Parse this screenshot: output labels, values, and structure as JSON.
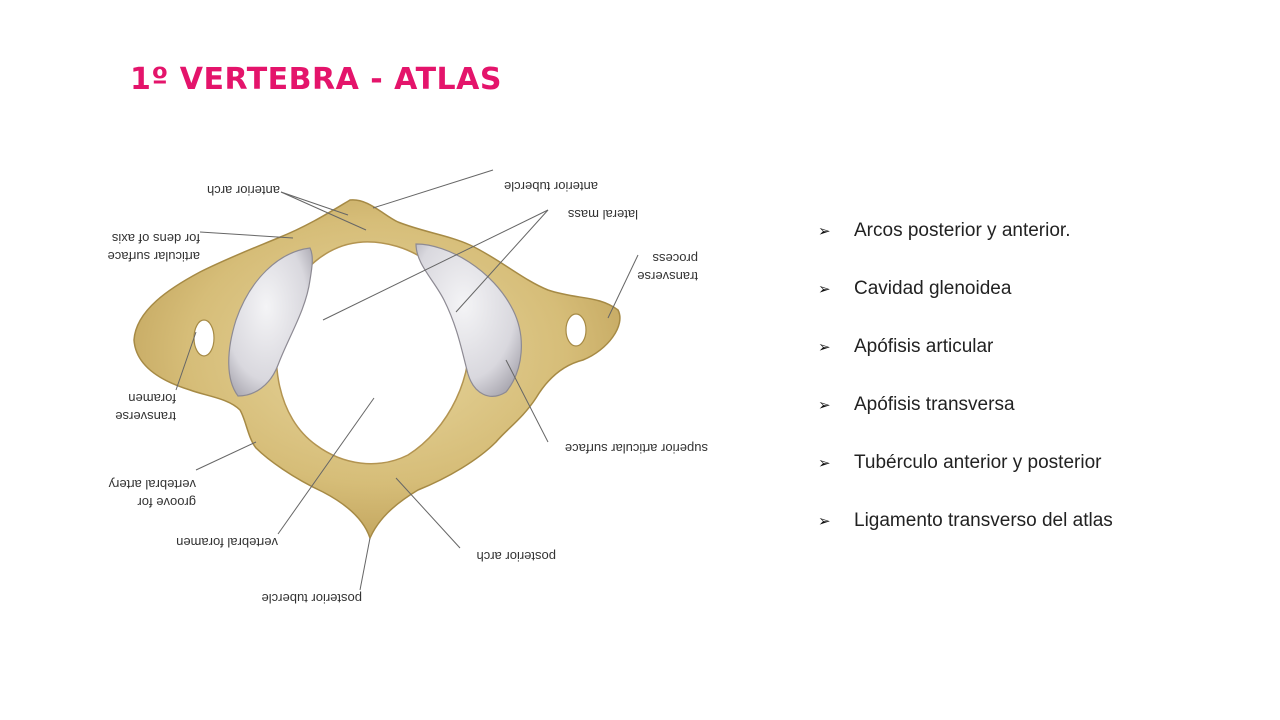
{
  "slide": {
    "title": "1º VERTEBRA - ATLAS",
    "accent_color": "#e4146b"
  },
  "figure": {
    "labels": {
      "anterior_tubercle": "anterior tubercle",
      "anterior_arch": "anterior arch",
      "lateral_mass": "lateral mass",
      "articular_surface_line1": "articular surface",
      "articular_surface_line2": "for dens of axis",
      "transverse_process_line1": "transverse",
      "transverse_process_line2": "process",
      "transverse_foramen_line1": "transverse",
      "transverse_foramen_line2": "foramen",
      "superior_articular_surface": "superior articular surface",
      "groove_line1": "groove for",
      "groove_line2": "vertebral artery",
      "vertebral_foramen": "vertebral foramen",
      "posterior_arch": "posterior arch",
      "posterior_tubercle": "posterior tubercle"
    }
  },
  "bullets": {
    "marker_icon": "arrowhead-icon",
    "items": [
      "Arcos posterior y anterior.",
      "Cavidad glenoidea",
      "Apófisis articular",
      "Apófisis transversa",
      "Tubérculo anterior y posterior",
      "Ligamento transverso del atlas"
    ]
  }
}
